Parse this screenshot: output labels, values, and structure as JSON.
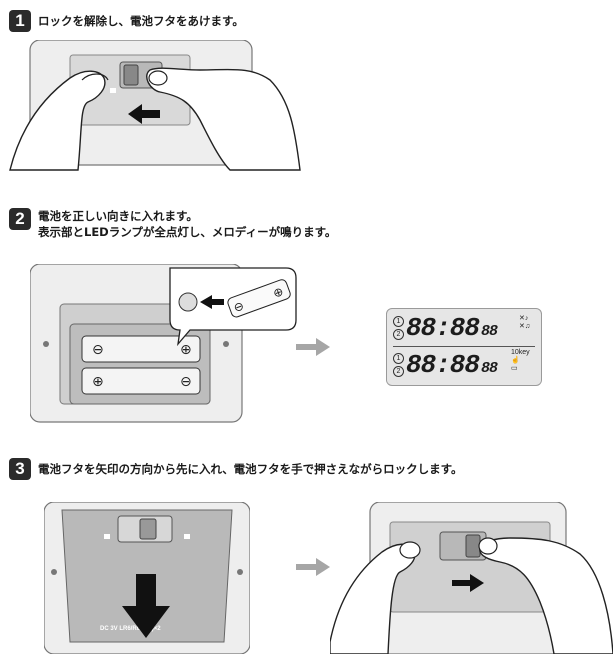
{
  "steps": [
    {
      "number": "1",
      "lines": [
        "ロックを解除し、電池フタをあけます。"
      ]
    },
    {
      "number": "2",
      "lines": [
        "電池を正しい向きに入れます。",
        "表示部とLEDランプが全点灯し、メロディーが鳴ります。"
      ]
    },
    {
      "number": "3",
      "lines": [
        "電池フタを矢印の方向から先に入れ、電池フタを手で押さえながらロックします。"
      ]
    }
  ],
  "lcd": {
    "circle_labels": [
      "1",
      "2"
    ],
    "big_digits": "88:88",
    "small_digits": "88",
    "key_label": "10key",
    "icons": [
      "bell-icon",
      "mute-icon",
      "timer-icon",
      "hand-icon",
      "battery-icon"
    ]
  },
  "battery_cover_label": "DC 3V  LR6/R6, AA)×2",
  "icons": [
    "arrow-left-icon",
    "arrow-right-icon",
    "arrow-down-icon",
    "unlock-icon",
    "lock-icon",
    "plus-icon",
    "minus-icon"
  ]
}
